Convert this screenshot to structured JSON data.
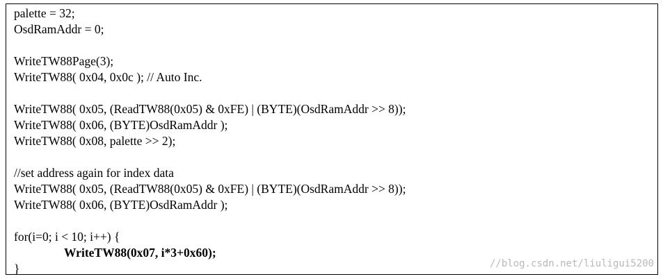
{
  "code": {
    "lines": [
      "palette = 32;",
      "OsdRamAddr = 0;",
      "",
      "WriteTW88Page(3);",
      "WriteTW88( 0x04, 0x0c ); // Auto Inc.",
      "",
      "WriteTW88( 0x05, (ReadTW88(0x05) & 0xFE) | (BYTE)(OsdRamAddr >> 8));",
      "WriteTW88( 0x06, (BYTE)OsdRamAddr );",
      "WriteTW88( 0x08, palette >> 2);",
      "",
      "//set address again for index data",
      "WriteTW88( 0x05, (ReadTW88(0x05) & 0xFE) | (BYTE)(OsdRamAddr >> 8));",
      "WriteTW88( 0x06, (BYTE)OsdRamAddr );",
      "",
      "for(i=0; i < 10; i++) {",
      "WriteTW88(0x07, i*3+0x60);",
      "}"
    ]
  },
  "watermark": {
    "text": "//blog.csdn.net/liuligui5200"
  }
}
